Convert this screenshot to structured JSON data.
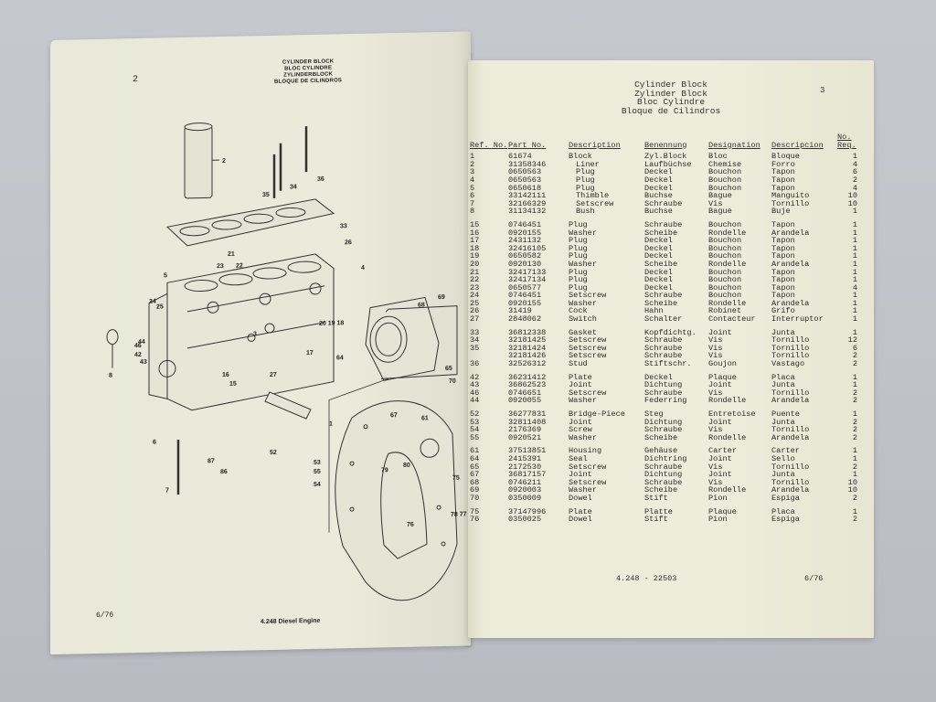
{
  "left_page": {
    "page_number": "2",
    "title_lines": [
      "CYLINDER BLOCK",
      "BLOC CYLINDRE",
      "ZYLINDERBLOCK",
      "BLOQUE DE CILINDROS"
    ],
    "footer_date": "6/76",
    "footer_engine": "4.248 Diesel Engine",
    "callouts": [
      "2",
      "35",
      "34",
      "36",
      "33",
      "26",
      "21",
      "23",
      "22",
      "5",
      "4",
      "24",
      "25",
      "44",
      "46",
      "42",
      "43",
      "8",
      "3",
      "16",
      "15",
      "27",
      "17",
      "20",
      "19",
      "18",
      "64",
      "68",
      "69",
      "65",
      "70",
      "67",
      "61",
      "1",
      "6",
      "87",
      "86",
      "52",
      "53",
      "55",
      "54",
      "7",
      "79",
      "80",
      "75",
      "76",
      "78",
      "77"
    ]
  },
  "right_page": {
    "page_number": "3",
    "title_lines": [
      "Cylinder Block",
      "Zylinder Block",
      "Bloc Cylindre",
      "Bloque de Cilindros"
    ],
    "columns": [
      "Ref. No.",
      "Part No.",
      "Description",
      "Benennung",
      "Designation",
      "Descripcion",
      "No. Req."
    ],
    "groups": [
      [
        {
          "ref": "1",
          "part": "61674",
          "desc": "Block",
          "ben": "Zyl.Block",
          "des": "Bloc",
          "desp": "Bloque",
          "qty": "1"
        },
        {
          "ref": "2",
          "part": "31358346",
          "desc": "Liner",
          "ben": "Laufbüchse",
          "des": "Chemise",
          "desp": "Forro",
          "qty": "4"
        },
        {
          "ref": "3",
          "part": "0650563",
          "desc": "Plug",
          "ben": "Deckel",
          "des": "Bouchon",
          "desp": "Tapon",
          "qty": "6"
        },
        {
          "ref": "4",
          "part": "0650563",
          "desc": "Plug",
          "ben": "Deckel",
          "des": "Bouchon",
          "desp": "Tapon",
          "qty": "2"
        },
        {
          "ref": "5",
          "part": "0650618",
          "desc": "Plug",
          "ben": "Deckel",
          "des": "Bouchon",
          "desp": "Tapon",
          "qty": "4"
        },
        {
          "ref": "6",
          "part": "33142111",
          "desc": "Thimble",
          "ben": "Buchse",
          "des": "Bague",
          "desp": "Manguito",
          "qty": "10"
        },
        {
          "ref": "7",
          "part": "32166329",
          "desc": "Setscrew",
          "ben": "Schraube",
          "des": "Vis",
          "desp": "Tornillo",
          "qty": "10"
        },
        {
          "ref": "8",
          "part": "31134132",
          "desc": "Bush",
          "ben": "Buchse",
          "des": "Bague",
          "desp": "Buje",
          "qty": "1"
        }
      ],
      [
        {
          "ref": "15",
          "part": "0746451",
          "desc": "Plug",
          "ben": "Schraube",
          "des": "Bouchon",
          "desp": "Tapon",
          "qty": "1"
        },
        {
          "ref": "16",
          "part": "0920155",
          "desc": "Washer",
          "ben": "Scheibe",
          "des": "Rondelle",
          "desp": "Arandela",
          "qty": "1"
        },
        {
          "ref": "17",
          "part": "2431132",
          "desc": "Plug",
          "ben": "Deckel",
          "des": "Bouchon",
          "desp": "Tapon",
          "qty": "1"
        },
        {
          "ref": "18",
          "part": "32416105",
          "desc": "Plug",
          "ben": "Deckel",
          "des": "Bouchon",
          "desp": "Tapon",
          "qty": "1"
        },
        {
          "ref": "19",
          "part": "0650582",
          "desc": "Plug",
          "ben": "Deckel",
          "des": "Bouchon",
          "desp": "Tapon",
          "qty": "1"
        },
        {
          "ref": "20",
          "part": "0920130",
          "desc": "Washer",
          "ben": "Scheibe",
          "des": "Rondelle",
          "desp": "Arandela",
          "qty": "1"
        },
        {
          "ref": "21",
          "part": "32417133",
          "desc": "Plug",
          "ben": "Deckel",
          "des": "Bouchon",
          "desp": "Tapon",
          "qty": "1"
        },
        {
          "ref": "22",
          "part": "32417134",
          "desc": "Plug",
          "ben": "Deckel",
          "des": "Bouchon",
          "desp": "Tapon",
          "qty": "1"
        },
        {
          "ref": "23",
          "part": "0650577",
          "desc": "Plug",
          "ben": "Deckel",
          "des": "Bouchon",
          "desp": "Tapon",
          "qty": "4"
        },
        {
          "ref": "24",
          "part": "0746451",
          "desc": "Setscrew",
          "ben": "Schraube",
          "des": "Bouchon",
          "desp": "Tapon",
          "qty": "1"
        },
        {
          "ref": "25",
          "part": "0920155",
          "desc": "Washer",
          "ben": "Scheibe",
          "des": "Rondelle",
          "desp": "Arandela",
          "qty": "1"
        },
        {
          "ref": "26",
          "part": "31419",
          "desc": "Cock",
          "ben": "Hahn",
          "des": "Robinet",
          "desp": "Grifo",
          "qty": "1"
        },
        {
          "ref": "27",
          "part": "2848062",
          "desc": "Switch",
          "ben": "Schalter",
          "des": "Contacteur",
          "desp": "Interruptor",
          "qty": "1"
        }
      ],
      [
        {
          "ref": "33",
          "part": "36812338",
          "desc": "Gasket",
          "ben": "Kopfdichtg.",
          "des": "Joint",
          "desp": "Junta",
          "qty": "1"
        },
        {
          "ref": "34",
          "part": "32181425",
          "desc": "Setscrew",
          "ben": "Schraube",
          "des": "Vis",
          "desp": "Tornillo",
          "qty": "12"
        },
        {
          "ref": "35",
          "part": "32181424",
          "desc": "Setscrew",
          "ben": "Schraube",
          "des": "Vis",
          "desp": "Tornillo",
          "qty": "6"
        },
        {
          "ref": "",
          "part": "32181426",
          "desc": "Setscrew",
          "ben": "Schraube",
          "des": "Vis",
          "desp": "Tornillo",
          "qty": "2"
        },
        {
          "ref": "36",
          "part": "32526312",
          "desc": "Stud",
          "ben": "Stiftschr.",
          "des": "Goujon",
          "desp": "Vastago",
          "qty": "2"
        }
      ],
      [
        {
          "ref": "42",
          "part": "36231412",
          "desc": "Plate",
          "ben": "Deckel",
          "des": "Plaque",
          "desp": "Placa",
          "qty": "1"
        },
        {
          "ref": "43",
          "part": "36862523",
          "desc": "Joint",
          "ben": "Dichtung",
          "des": "Joint",
          "desp": "Junta",
          "qty": "1"
        },
        {
          "ref": "46",
          "part": "0746651",
          "desc": "Setscrew",
          "ben": "Schraube",
          "des": "Vis",
          "desp": "Tornillo",
          "qty": "2"
        },
        {
          "ref": "44",
          "part": "0920055",
          "desc": "Washer",
          "ben": "Federring",
          "des": "Rondelle",
          "desp": "Arandela",
          "qty": "2"
        }
      ],
      [
        {
          "ref": "52",
          "part": "36277831",
          "desc": "Bridge-Piece",
          "ben": "Steg",
          "des": "Entretoise",
          "desp": "Puente",
          "qty": "1"
        },
        {
          "ref": "53",
          "part": "32811408",
          "desc": "Joint",
          "ben": "Dichtung",
          "des": "Joint",
          "desp": "Junta",
          "qty": "2"
        },
        {
          "ref": "54",
          "part": "2176369",
          "desc": "Screw",
          "ben": "Schraube",
          "des": "Vis",
          "desp": "Tornillo",
          "qty": "2"
        },
        {
          "ref": "55",
          "part": "0920521",
          "desc": "Washer",
          "ben": "Scheibe",
          "des": "Rondelle",
          "desp": "Arandela",
          "qty": "2"
        }
      ],
      [
        {
          "ref": "61",
          "part": "37513851",
          "desc": "Housing",
          "ben": "Gehäuse",
          "des": "Carter",
          "desp": "Carter",
          "qty": "1"
        },
        {
          "ref": "64",
          "part": "2415391",
          "desc": "Seal",
          "ben": "Dichtring",
          "des": "Joint",
          "desp": "Sello",
          "qty": "1"
        },
        {
          "ref": "65",
          "part": "2172530",
          "desc": "Setscrew",
          "ben": "Schraube",
          "des": "Vis",
          "desp": "Tornillo",
          "qty": "2"
        },
        {
          "ref": "67",
          "part": "36817157",
          "desc": "Joint",
          "ben": "Dichtung",
          "des": "Joint",
          "desp": "Junta",
          "qty": "1"
        },
        {
          "ref": "68",
          "part": "0746211",
          "desc": "Setscrew",
          "ben": "Schraube",
          "des": "Vis",
          "desp": "Tornillo",
          "qty": "10"
        },
        {
          "ref": "69",
          "part": "0920003",
          "desc": "Washer",
          "ben": "Scheibe",
          "des": "Rondelle",
          "desp": "Arandela",
          "qty": "10"
        },
        {
          "ref": "70",
          "part": "0350009",
          "desc": "Dowel",
          "ben": "Stift",
          "des": "Pion",
          "desp": "Espiga",
          "qty": "2"
        }
      ],
      [
        {
          "ref": "75",
          "part": "37147996",
          "desc": "Plate",
          "ben": "Platte",
          "des": "Plaque",
          "desp": "Placa",
          "qty": "1"
        },
        {
          "ref": "76",
          "part": "0350025",
          "desc": "Dowel",
          "ben": "Stift",
          "des": "Pion",
          "desp": "Espiga",
          "qty": "2"
        }
      ]
    ],
    "footer_code": "4.248 - 22503",
    "footer_date": "6/76"
  }
}
